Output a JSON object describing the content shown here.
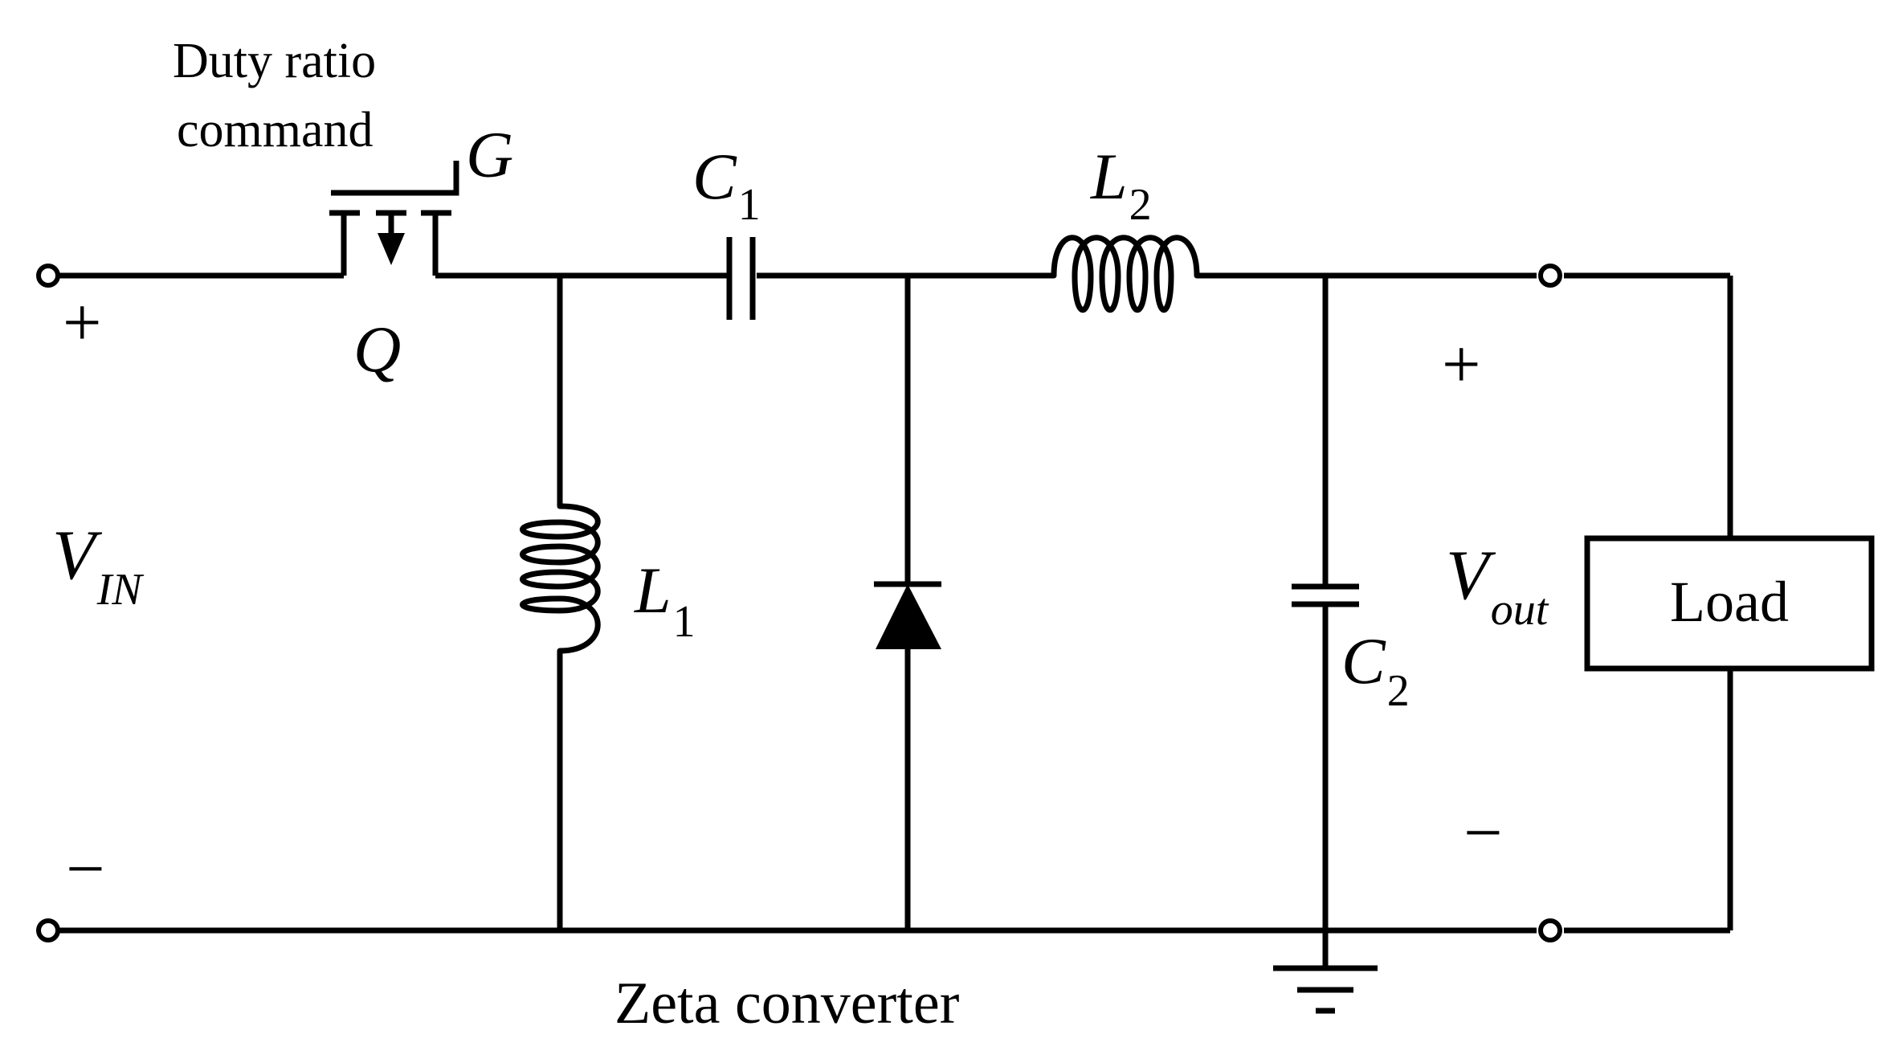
{
  "labels": {
    "duty_line1": "Duty ratio",
    "duty_line2": "command",
    "gate": "G",
    "switch": "Q",
    "cap1": "C",
    "cap1_sub": "1",
    "ind2": "L",
    "ind2_sub": "2",
    "ind1": "L",
    "ind1_sub": "1",
    "cap2": "C",
    "cap2_sub": "2",
    "vin": "V",
    "vin_sub": "IN",
    "vout": "V",
    "vout_sub": "out",
    "in_plus": "+",
    "in_minus": "−",
    "out_plus": "+",
    "out_minus": "−",
    "load": "Load",
    "caption": "Zeta converter"
  },
  "colors": {
    "line": "#000000",
    "background": "#ffffff"
  }
}
